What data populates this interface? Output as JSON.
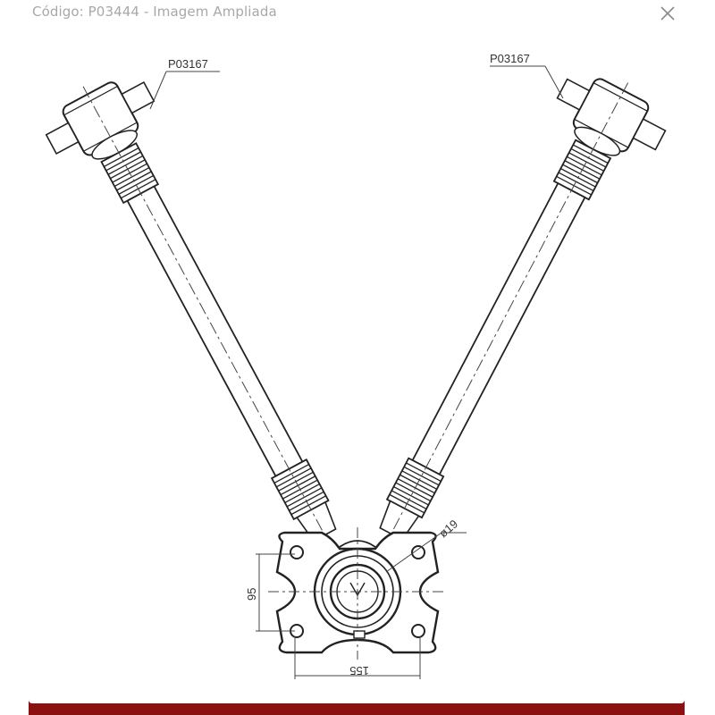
{
  "window": {
    "title": "Código: P03444 - Imagem Ampliada",
    "close_label": "×"
  },
  "drawing": {
    "part_left": "P03167",
    "part_right": "P03167",
    "diameter": "ø19",
    "dim_height": "95",
    "dim_width": "155"
  },
  "colors": {
    "line": "#222222",
    "title_text": "#a8a8a8",
    "footer": "#8b1010"
  }
}
